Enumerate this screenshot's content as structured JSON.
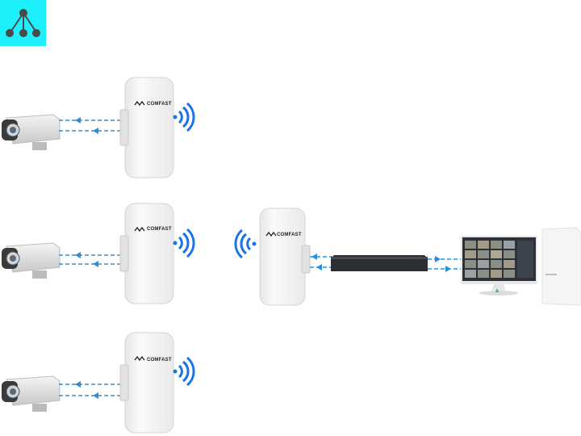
{
  "diagram": {
    "badge_icon": "network-topology-icon",
    "colors": {
      "badge_background": "#1ef0fb",
      "badge_icon": "#4a4a4a",
      "link": "#2a8fd8",
      "wifi": "#1a73e8",
      "device_body": "#f1f1f1",
      "nvr": "#2b2f34"
    },
    "device_brand": "COMFAST",
    "nodes": {
      "cameras": [
        "camera-1",
        "camera-2",
        "camera-3"
      ],
      "client_cpes": [
        "cpe-1",
        "cpe-2",
        "cpe-3"
      ],
      "access_point": "cpe-central",
      "recorder": "nvr",
      "monitor": "monitor",
      "computer": "pc-tower"
    }
  }
}
